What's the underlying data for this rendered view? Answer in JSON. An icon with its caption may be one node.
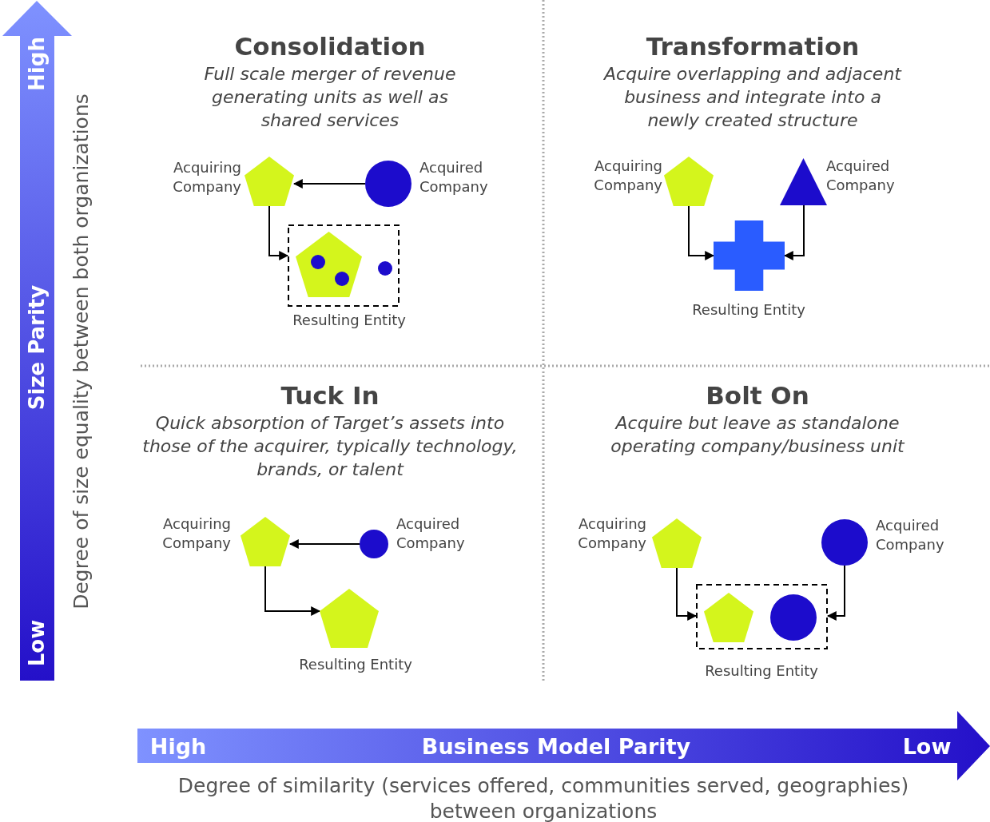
{
  "diagram": {
    "nodes": [
      {
        "text": [],
        "shape": "pentagon",
        "beside": [
          "Acquiring Company"
        ]
      },
      {
        "text": [],
        "shape": "circle",
        "beside": [
          "Acquired Company"
        ]
      },
      {
        "text": [],
        "shape": "box",
        "beside": [
          "Resulting Entity"
        ]
      },
      {
        "text": [],
        "shape": "pentagon",
        "in": 2
      },
      {
        "text": [],
        "shape": "circle",
        "in": 3
      },
      {
        "text": [],
        "shape": "circle",
        "in": 3
      },
      {
        "text": [],
        "shape": "circle",
        "in": 2
      },
      {
        "text": [],
        "shape": "pentagon",
        "beside": [
          "Acquiring Company"
        ]
      },
      {
        "text": [],
        "shape": "triangle",
        "beside": [
          "Acquired Company"
        ]
      },
      {
        "text": [],
        "shape": "cross",
        "beside": [
          "Resulting Entity"
        ]
      },
      {
        "text": [],
        "shape": "pentagon",
        "beside": [
          "Acquiring Company"
        ]
      },
      {
        "text": [],
        "shape": "circle",
        "beside": [
          "Acquired Company"
        ]
      },
      {
        "text": [],
        "shape": "pentagon",
        "beside": [
          "Resulting Entity"
        ]
      },
      {
        "text": [],
        "shape": "pentagon",
        "beside": [
          "Acquiring Company"
        ]
      },
      {
        "text": [],
        "shape": "circle",
        "beside": [
          "Acquired Company"
        ]
      },
      {
        "text": [],
        "shape": "box",
        "beside": [
          "Resulting Entity"
        ]
      },
      {
        "text": [],
        "shape": "pentagon",
        "in": 15
      },
      {
        "text": [],
        "shape": "circle",
        "in": 15
      }
    ],
    "edges": [
      {
        "from": 1,
        "to": 0,
        "arrow": "to"
      },
      {
        "from": 0,
        "to": 2,
        "arrow": "to"
      },
      {
        "from": 7,
        "to": 9,
        "arrow": "to"
      },
      {
        "from": 8,
        "to": 9,
        "arrow": "to"
      },
      {
        "from": 11,
        "to": 10,
        "arrow": "to"
      },
      {
        "from": 10,
        "to": 12,
        "arrow": "to"
      },
      {
        "from": 13,
        "to": 15,
        "arrow": "to"
      },
      {
        "from": 14,
        "to": 15,
        "arrow": "to"
      }
    ],
    "labels": [
      "Consolidation",
      "Full scale merger of revenue generating units as well as shared services",
      "Transformation",
      "Acquire overlapping and adjacent business and integrate into a newly created structure",
      "Tuck In",
      "Quick absorption of Target’s assets into those of the acquirer, typically technology, brands, or talent",
      "Bolt On",
      "Acquire but leave as standalone operating company/business unit",
      "High",
      "Size Parity",
      "Low",
      "Degree of size equality between both organizations",
      "High",
      "Business Model Parity",
      "Low",
      "Degree of similarity (services offered, communities served, geographies) between organizations"
    ]
  }
}
